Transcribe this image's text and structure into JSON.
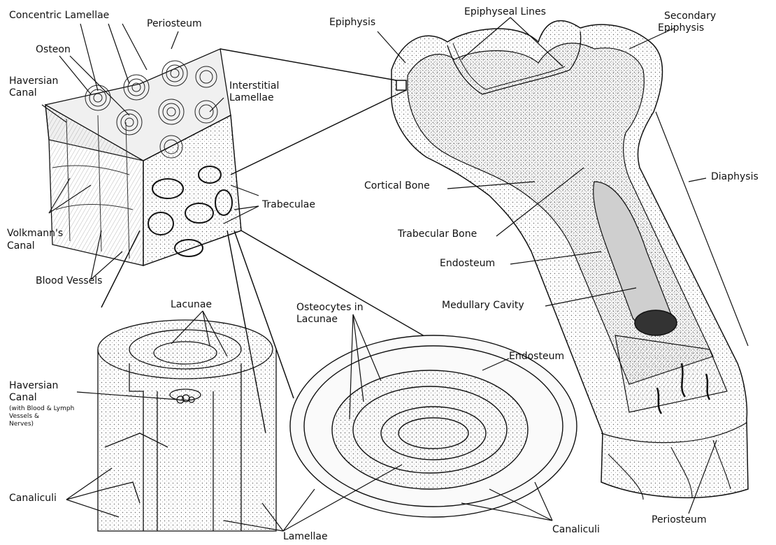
{
  "labels": {
    "concentric_lamellae": "Concentric Lamellae",
    "periosteum_top": "Periosteum",
    "osteon": "Osteon",
    "haversian_canal_top_1": "Haversian",
    "haversian_canal_top_2": "Canal",
    "interstitial_lamellae_1": "Interstitial",
    "interstitial_lamellae_2": "Lamellae",
    "epiphysis": "Epiphysis",
    "epiphyseal_lines": "Epiphyseal Lines",
    "secondary_epiphysis_1": "Secondary",
    "secondary_epiphysis_2": "Epiphysis",
    "diaphysis": "Diaphysis",
    "cortical_bone": "Cortical Bone",
    "trabecular_bone": "Trabecular Bone",
    "trabeculae": "Trabeculae",
    "volkmanns_canal_1": "Volkmann's",
    "volkmanns_canal_2": "Canal",
    "blood_vessels": "Blood Vessels",
    "endosteum_right": "Endosteum",
    "medullary_cavity": "Medullary Cavity",
    "lacunae": "Lacunae",
    "osteocytes_1": "Osteocytes in",
    "osteocytes_2": "Lacunae",
    "endosteum_bottom": "Endosteum",
    "haversian_canal_bottom_1": "Haversian",
    "haversian_canal_bottom_2": "Canal",
    "haversian_note_1": "(with Blood & Lymph",
    "haversian_note_2": "Vessels &",
    "haversian_note_3": "Nerves)",
    "canaliculi_left": "Canaliculi",
    "lamellae": "Lamellae",
    "canaliculi_right": "Canaliculi",
    "periosteum_bottom": "Periosteum"
  },
  "colors": {
    "ink": "#111111",
    "paper": "#ffffff",
    "stipple": "#9a9a9a"
  }
}
